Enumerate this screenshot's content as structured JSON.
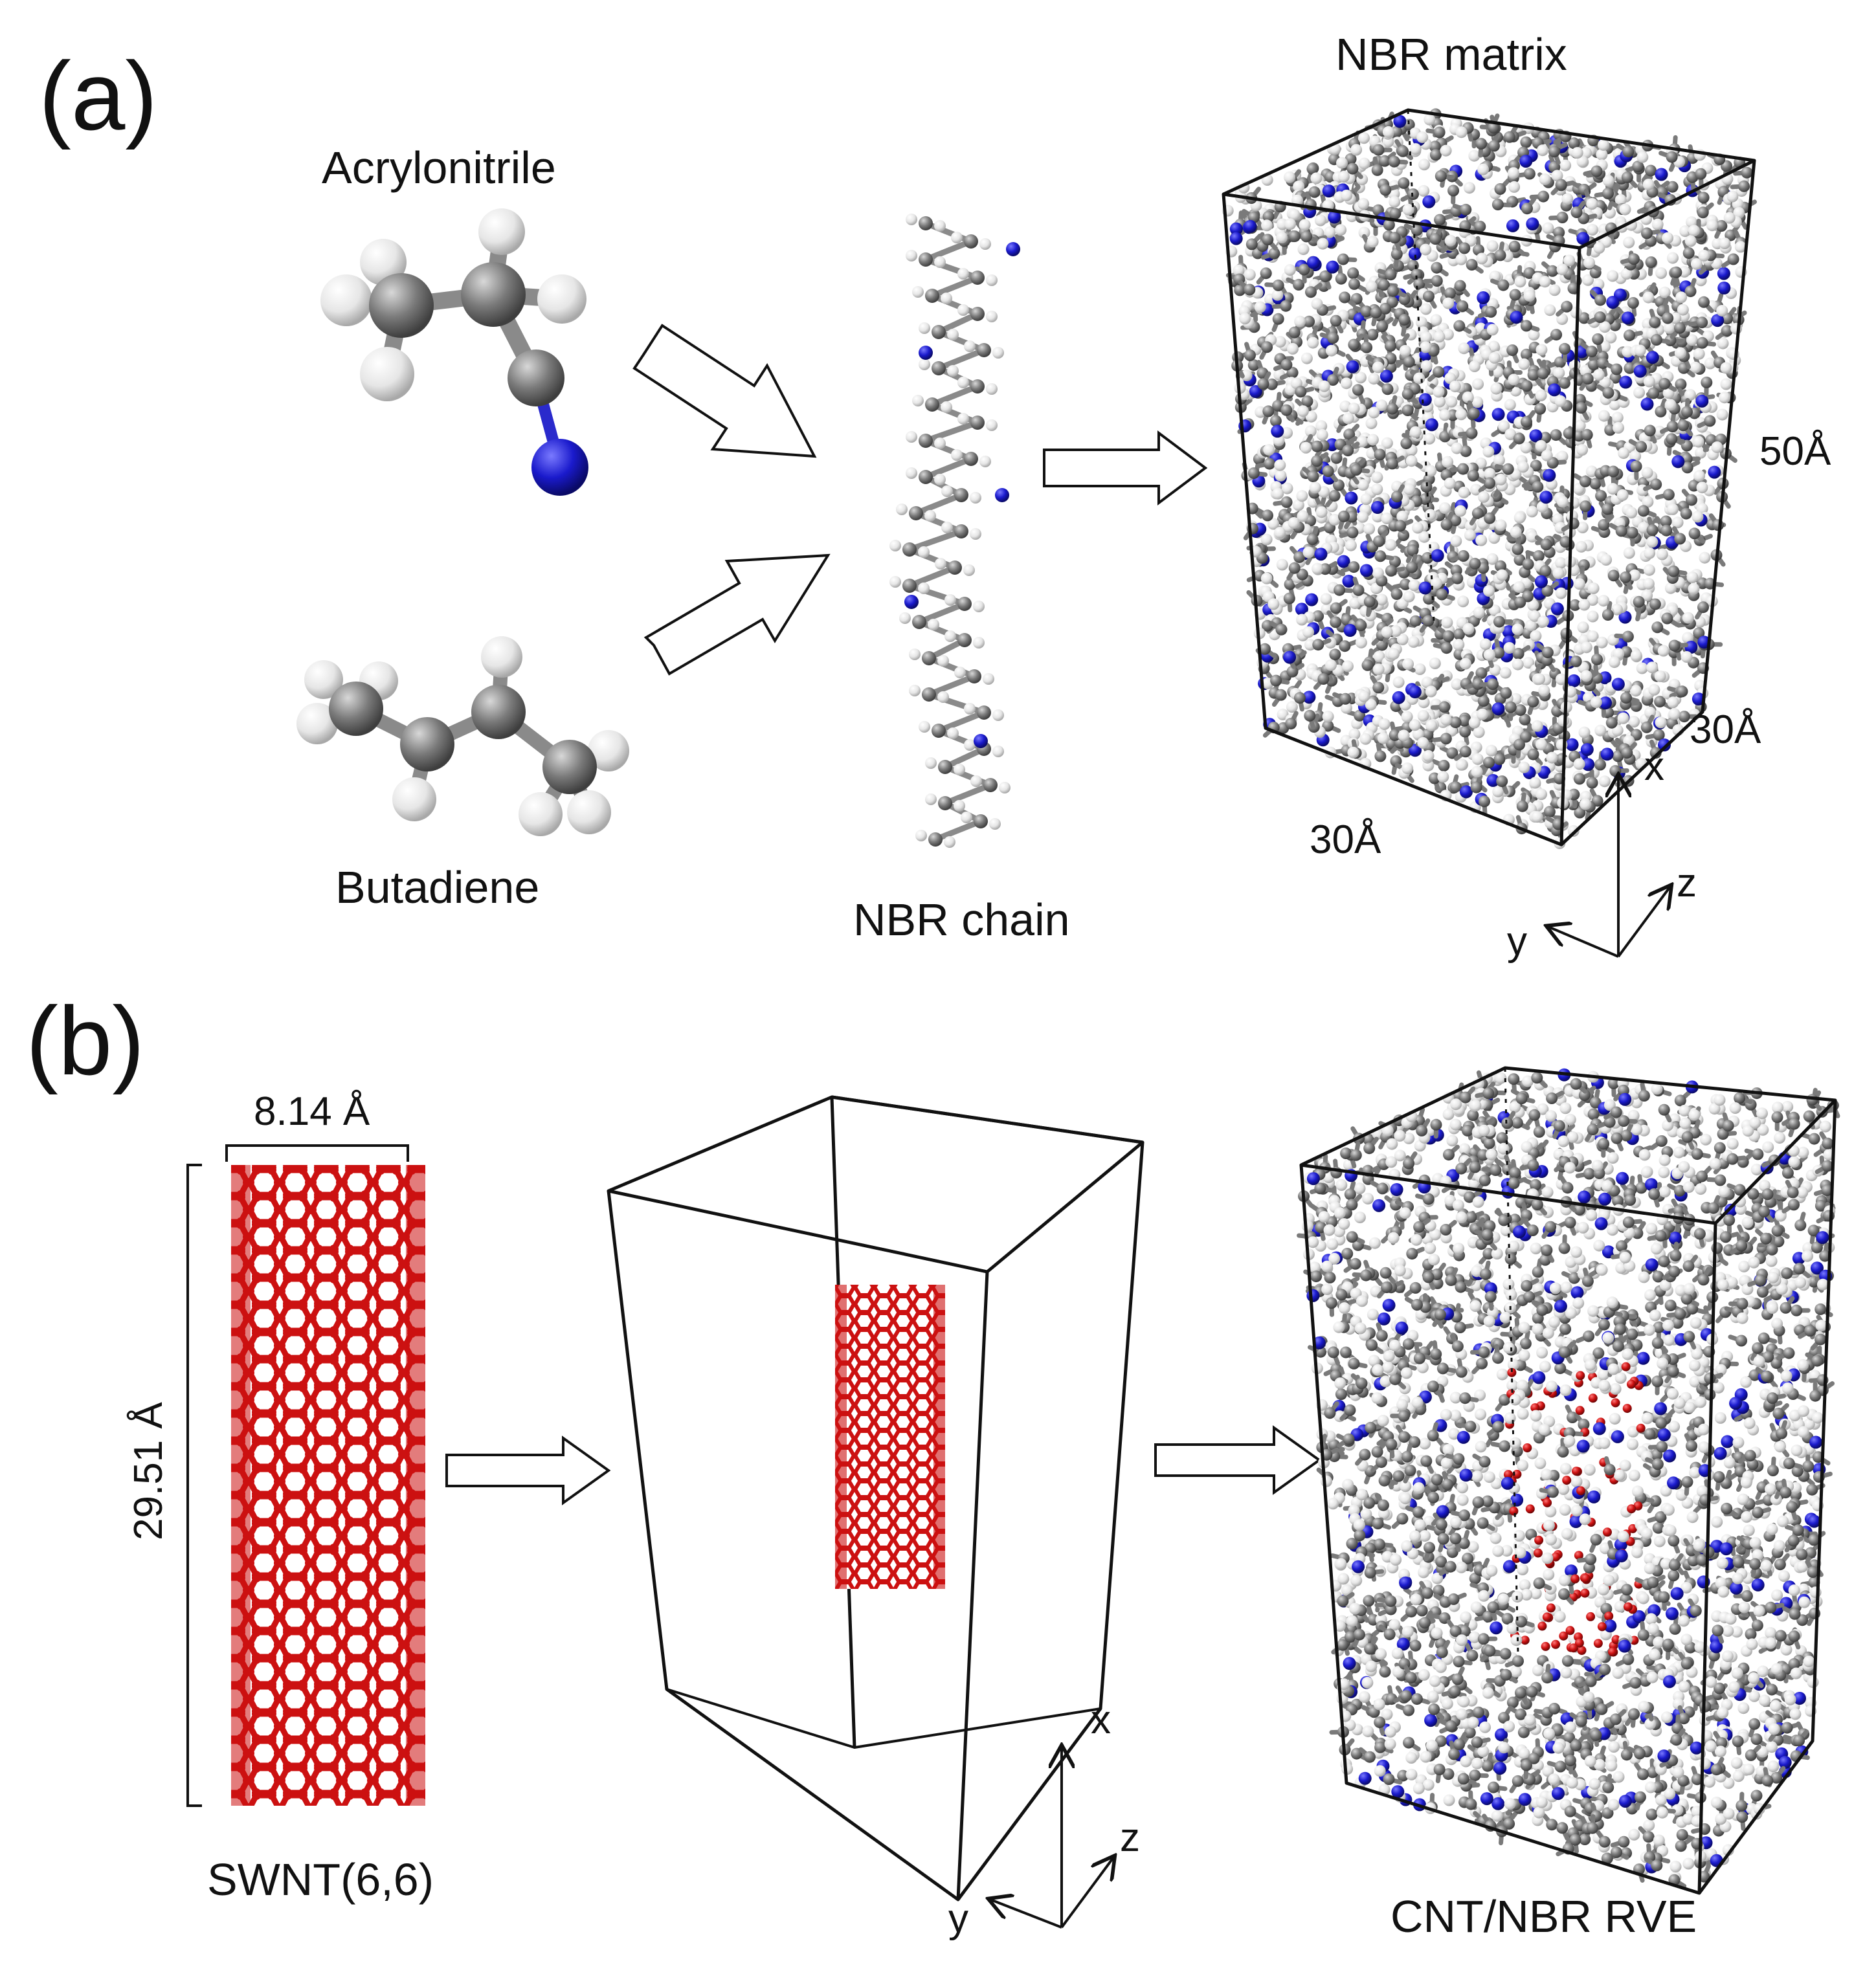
{
  "panel_a": {
    "label": "(a)",
    "acrylonitrile": "Acrylonitrile",
    "butadiene": "Butadiene",
    "chain": "NBR chain",
    "matrix_title": "NBR  matrix",
    "dim_height": "50Å",
    "dim_depth": "30Å",
    "dim_width": "30Å",
    "axes": {
      "x": "x",
      "y": "y",
      "z": "z"
    }
  },
  "panel_b": {
    "label": "(b)",
    "cnt_diameter": "8.14 Å",
    "cnt_length": "29.51 Å",
    "cnt_name": "SWNT(6,6)",
    "rve_title": "CNT/NBR  RVE",
    "axes": {
      "x": "x",
      "y": "y",
      "z": "z"
    }
  },
  "colors": {
    "carbon": "#7a7a7a",
    "hydrogen": "#eeeeee",
    "nitrogen": "#1a1acc",
    "cnt": "#cc1111",
    "frame": "#111111"
  }
}
